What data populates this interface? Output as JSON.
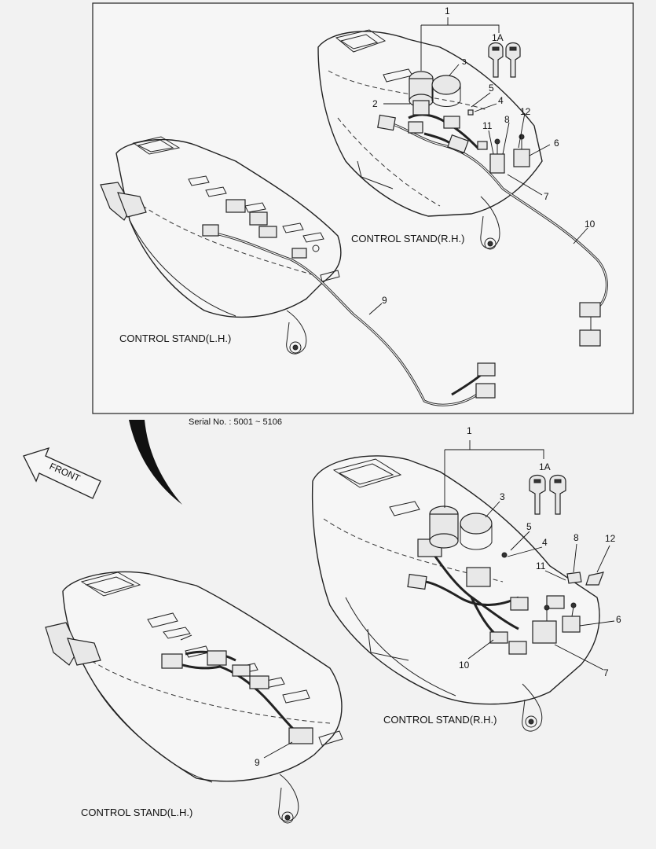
{
  "serial_text": "Serial No. : 5001 ~ 5106",
  "direction_arrow_label": "FRONT",
  "top_panel": {
    "rh_caption": "CONTROL STAND(R.H.)",
    "lh_caption": "CONTROL STAND(L.H.)",
    "callouts": [
      "1",
      "1A",
      "2",
      "3",
      "4",
      "5",
      "6",
      "7",
      "8",
      "9",
      "10",
      "11",
      "12"
    ]
  },
  "bottom_panel": {
    "rh_caption": "CONTROL STAND(R.H.)",
    "lh_caption": "CONTROL STAND(L.H.)",
    "callouts": [
      "1",
      "1A",
      "3",
      "4",
      "5",
      "6",
      "7",
      "8",
      "9",
      "10",
      "11",
      "12"
    ]
  }
}
